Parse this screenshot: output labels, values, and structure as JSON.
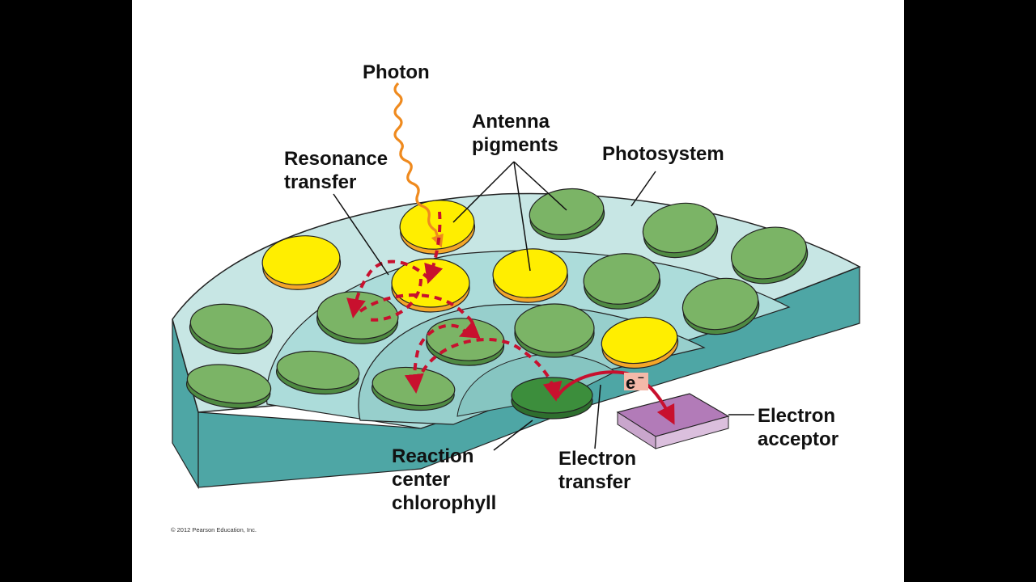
{
  "labels": {
    "photon": "Photon",
    "antenna_pigments": [
      "Antenna",
      "pigments"
    ],
    "photosystem": "Photosystem",
    "resonance_transfer": [
      "Resonance",
      "transfer"
    ],
    "reaction_center": [
      "Reaction",
      "center",
      "chlorophyll"
    ],
    "electron_transfer": [
      "Electron",
      "transfer"
    ],
    "electron_acceptor": [
      "Electron",
      "acceptor"
    ],
    "electron_symbol": "e",
    "electron_charge": "–"
  },
  "copyright": "© 2012 Pearson Education, Inc.",
  "colors": {
    "outer_ring": "#c7e6e4",
    "middle_ring": "#acdcda",
    "inner_ring": "#97cfcc",
    "core": "#86c5c1",
    "side_face": "#4ea6a5",
    "green_pigment": "#7bb466",
    "yellow_pigment": "#ffee00",
    "yellow_rim": "#f4a629",
    "reaction_center": "#3c8e3c",
    "arrow": "#c8102e",
    "photon": "#ef8a1e",
    "acceptor": "#b27bb8",
    "electron_box": "#f4b9a9"
  }
}
